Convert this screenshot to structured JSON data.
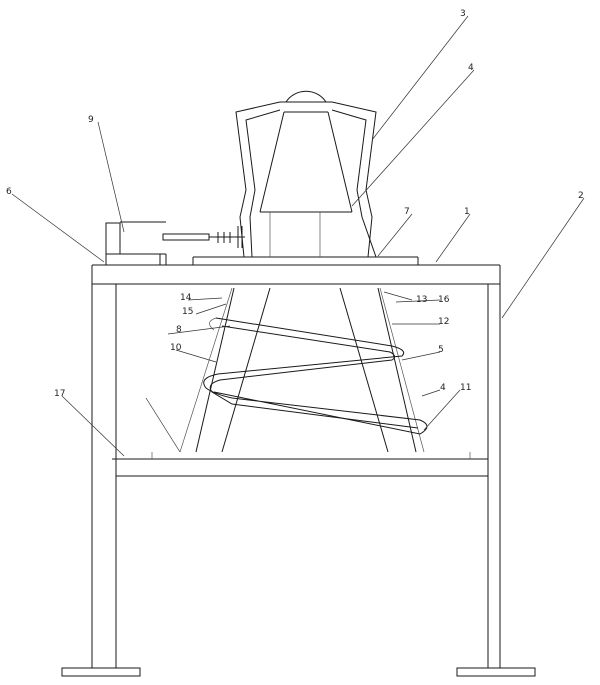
{
  "labels": [
    {
      "id": "3",
      "text": "3"
    },
    {
      "id": "4",
      "text": "4"
    },
    {
      "id": "9",
      "text": "9"
    },
    {
      "id": "6",
      "text": "6"
    },
    {
      "id": "7",
      "text": "7"
    },
    {
      "id": "1",
      "text": "1"
    },
    {
      "id": "2",
      "text": "2"
    },
    {
      "id": "14",
      "text": "14"
    },
    {
      "id": "15",
      "text": "15"
    },
    {
      "id": "13",
      "text": "13"
    },
    {
      "id": "16",
      "text": "16"
    },
    {
      "id": "12",
      "text": "12"
    },
    {
      "id": "8",
      "text": "8"
    },
    {
      "id": "10",
      "text": "10"
    },
    {
      "id": "5",
      "text": "5"
    },
    {
      "id": "17",
      "text": "17"
    },
    {
      "id": "11",
      "text": "11"
    },
    {
      "id": "4b",
      "text": "4"
    }
  ]
}
